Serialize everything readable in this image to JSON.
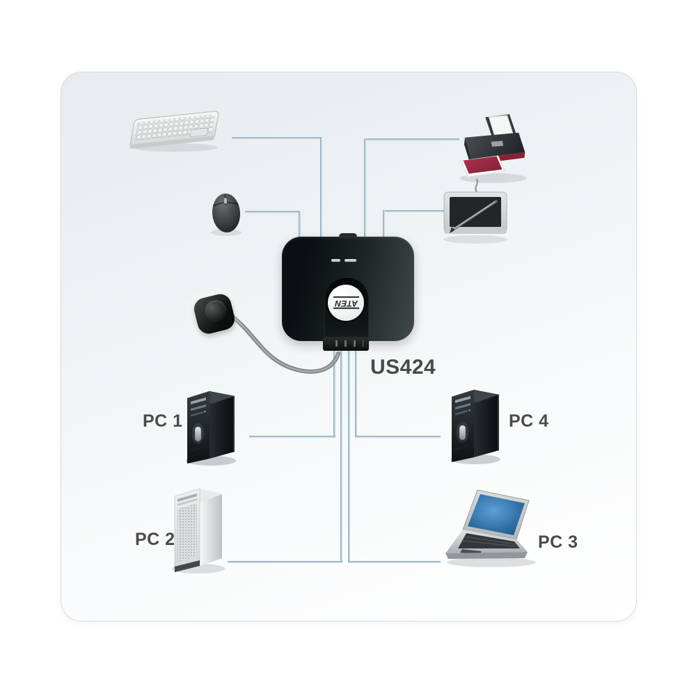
{
  "diagram": {
    "device": {
      "model": "US424",
      "brand_logo": "ATEN",
      "led_count": 2,
      "description_icon": "usb-peripheral-sharing-switch-icon"
    },
    "computers": [
      {
        "label": "PC 1",
        "icon": "desktop-tower-black-icon"
      },
      {
        "label": "PC 2",
        "icon": "desktop-tower-silver-icon"
      },
      {
        "label": "PC 3",
        "icon": "laptop-icon"
      },
      {
        "label": "PC 4",
        "icon": "desktop-tower-black-icon"
      }
    ],
    "peripherals": [
      {
        "icon": "keyboard-icon"
      },
      {
        "icon": "printer-icon"
      },
      {
        "icon": "mouse-icon"
      },
      {
        "icon": "graphics-tablet-icon"
      },
      {
        "icon": "remote-selector-button-icon"
      }
    ],
    "colors": {
      "connection_line": "#8fb0c2",
      "card_background_top": "#e7ebee",
      "label_text": "#4a4a4a",
      "device_body": "#141b1d",
      "printer_accent": "#8c2135",
      "laptop_screen": "#2f6fa8",
      "pc2_body": "#e4e7e7"
    }
  }
}
